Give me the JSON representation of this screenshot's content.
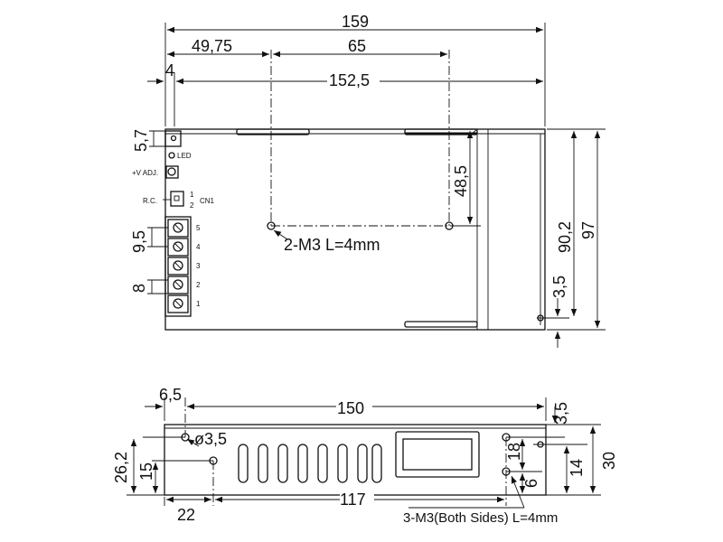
{
  "top_view": {
    "dims": {
      "overall_width": "159",
      "hole_offset": "49,75",
      "hole_spacing": "65",
      "inner_width": "152,5",
      "edge_gap": "4",
      "led_offset": "5,7",
      "hole_height": "48,5",
      "height_inner": "90,2",
      "height_total": "97",
      "foot_height": "3,5",
      "terminal_pitch": "9,5",
      "terminal_width": "8"
    },
    "holes_note": "2-M3 L=4mm",
    "panel": {
      "led_label": "LED",
      "vadj_label": "+V ADJ.",
      "rc_label": "R.C.",
      "cn_label": "CN1",
      "cn_pin1": "1",
      "cn_pin2": "2",
      "terminal_numbers": [
        "5",
        "4",
        "3",
        "2",
        "1"
      ]
    }
  },
  "side_view": {
    "dims": {
      "left_offset": "6,5",
      "length": "150",
      "top_offset": "3,5",
      "hole_height_left": "26,2",
      "hole_spacing_left": "15",
      "hole_diameter": "ø3,5",
      "left_hole_x": "22",
      "hole_distance": "117",
      "right_spacing": "18",
      "right_low": "6",
      "right_height": "14",
      "total_height": "30"
    },
    "holes_note": "3-M3(Both Sides) L=4mm"
  }
}
